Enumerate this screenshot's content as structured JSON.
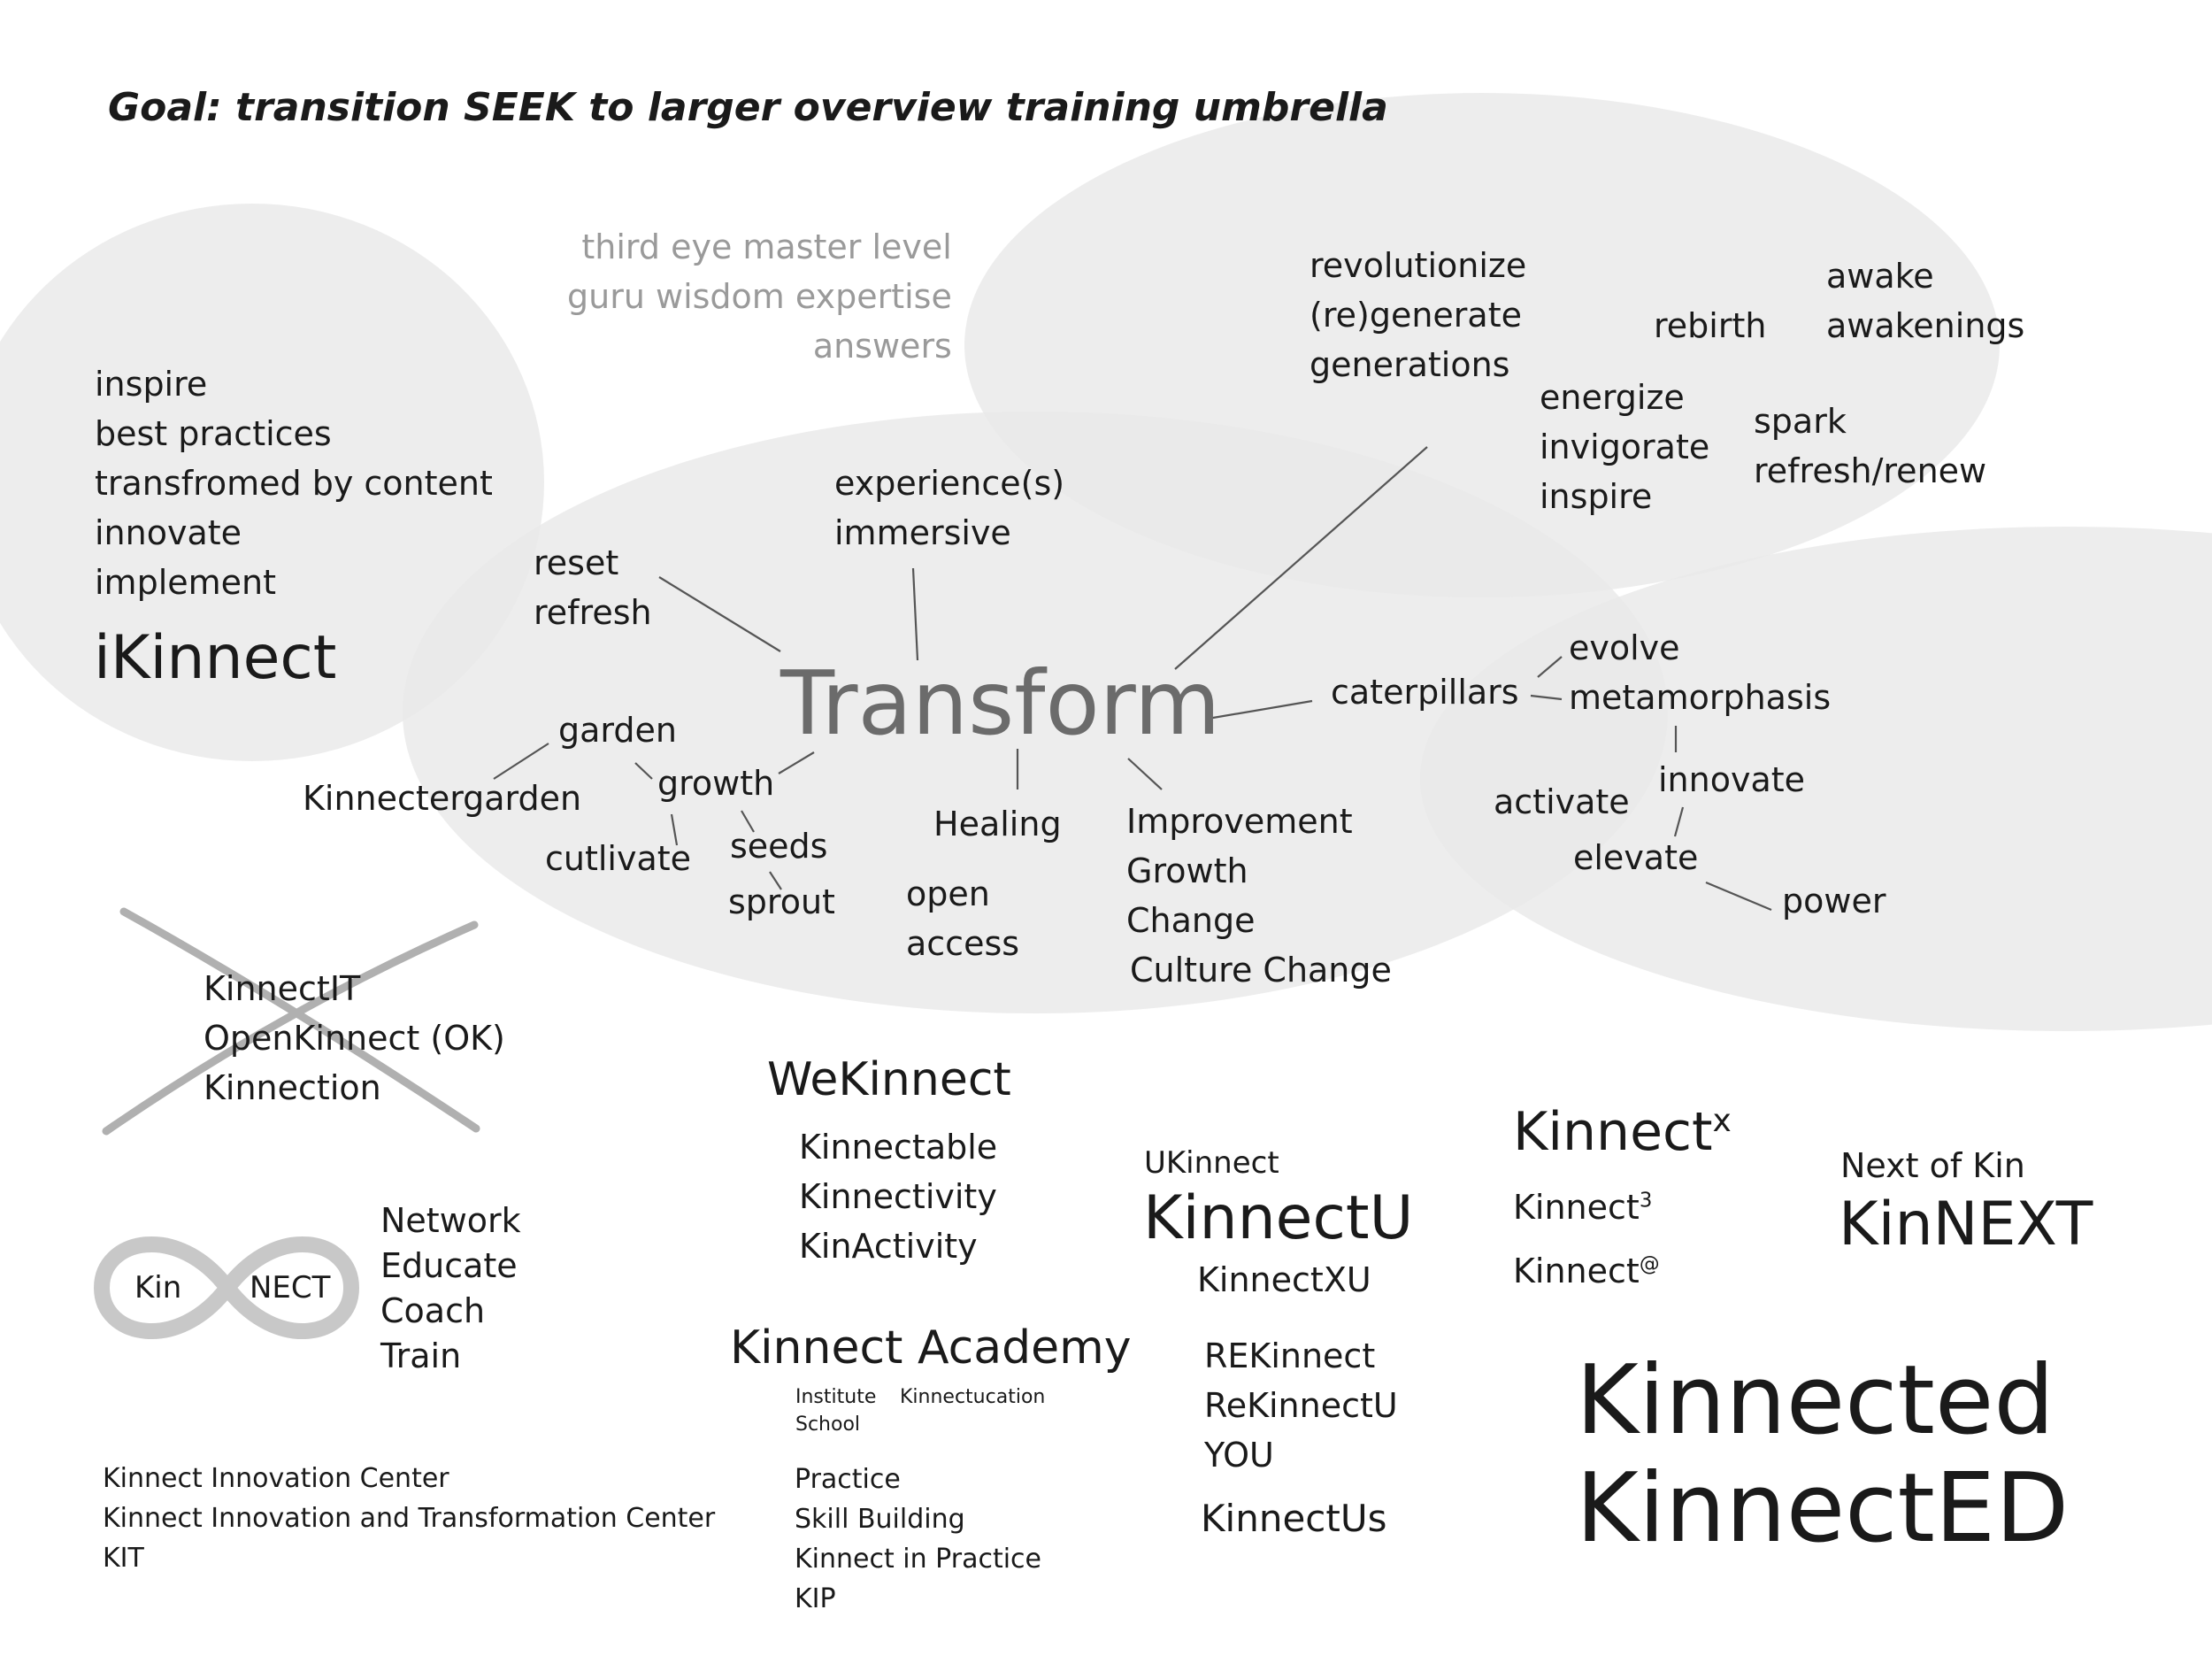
{
  "title": "Goal: transition SEEK to larger overview training umbrella",
  "center": "Transform",
  "top_gray": [
    "third eye master level",
    "guru wisdom expertise",
    "answers"
  ],
  "ikinnect": {
    "items": [
      "inspire",
      "best practices",
      "transfromed by content",
      "innovate",
      "implement"
    ],
    "label": "iKinnect"
  },
  "reset": [
    "reset",
    "refresh"
  ],
  "experience": [
    "experience(s)",
    "immersive"
  ],
  "top_right": {
    "revolution": [
      "revolutionize",
      "(re)generate",
      "generations"
    ],
    "rebirth": "rebirth",
    "awake": [
      "awake",
      "awakenings"
    ],
    "energize": [
      "energize",
      "invigorate",
      "inspire"
    ],
    "spark": [
      "spark",
      "refresh/renew"
    ]
  },
  "right": {
    "caterpillars": "caterpillars",
    "evolve": "evolve",
    "metamorphasis": "metamorphasis",
    "activate": "activate",
    "innovate": "innovate",
    "elevate": "elevate",
    "power": "power"
  },
  "left_branch": {
    "garden": "garden",
    "kinnectergarden": "Kinnectergarden",
    "growth": "growth",
    "cutlivate": "cutlivate",
    "seeds": "seeds",
    "sprout": "sprout"
  },
  "healing": "Healing",
  "open_access": [
    "open",
    "access"
  ],
  "improvement": [
    "Improvement",
    "Growth",
    "Change"
  ],
  "culture_change": "Culture Change",
  "crossed": [
    "KinnectIT",
    "OpenKinnect (OK)",
    "Kinnection"
  ],
  "wekinnect": {
    "label": "WeKinnect",
    "items": [
      "Kinnectable",
      "Kinnectivity",
      "KinActivity"
    ]
  },
  "infinity": {
    "left": "Kin",
    "right": "NECT"
  },
  "network": [
    "Network",
    "Educate",
    "Coach",
    "Train"
  ],
  "academy": {
    "label": "Kinnect Academy",
    "institute": "Institute",
    "kinnectucation": "Kinnectucation",
    "school": "School",
    "practice": [
      "Practice",
      "Skill Building",
      "Kinnect in Practice",
      "KIP"
    ]
  },
  "innovation_center": [
    "Kinnect Innovation Center",
    "Kinnect Innovation and Transformation Center",
    "KIT"
  ],
  "ukinnect": {
    "small": "UKinnect",
    "big": "KinnectU",
    "xu": "KinnectXU",
    "re": [
      "REKinnect",
      "ReKinnectU",
      "YOU"
    ],
    "us": "KinnectUs"
  },
  "kinnect_powers": {
    "base": "Kinnect",
    "x_sup": "x",
    "three_sup": "3",
    "at_sup": "@"
  },
  "next_of_kin": {
    "small": "Next of Kin",
    "big": "KinNEXT"
  },
  "kinnected": [
    "Kinnected",
    "KinnectED"
  ],
  "colors": {
    "ellipse": "#e8e9e9",
    "line": "#555555",
    "cross": "#b0b0b0",
    "infinity": "#c8c8c8"
  }
}
